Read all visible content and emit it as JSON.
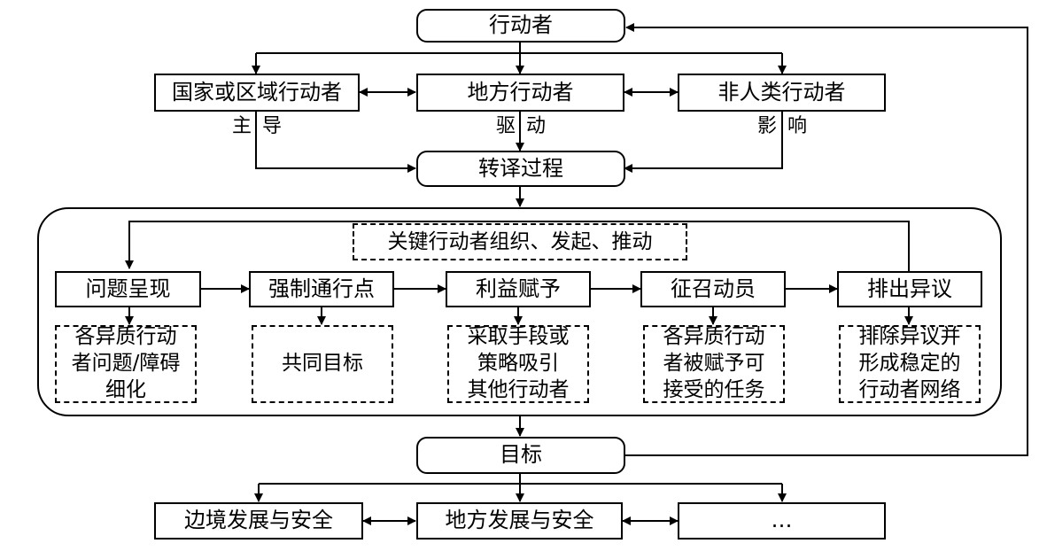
{
  "nodes": {
    "actor": "行动者",
    "national_actor": "国家或区域行动者",
    "local_actor": "地方行动者",
    "nonhuman_actor": "非人类行动者",
    "translation": "转译过程",
    "key_actor": "关键行动者组织、发起、推动",
    "problematization": "问题呈现",
    "opp": "强制通行点",
    "interessement": "利益赋予",
    "enrolment": "征召动员",
    "dissent": "排出异议",
    "goal": "目标",
    "border_dev": "边境发展与安全",
    "local_dev": "地方发展与安全",
    "ellipsis": "…"
  },
  "details": {
    "problematization": [
      "各异质行动",
      "者问题/障碍",
      "细化"
    ],
    "opp": [
      "共同目标"
    ],
    "interessement": [
      "采取手段或",
      "策略吸引",
      "其他行动者"
    ],
    "enrolment": [
      "各异质行动",
      "者被赋予可",
      "接受的任务"
    ],
    "dissent": [
      "排除异议并",
      "形成稳定的",
      "行动者网络"
    ]
  },
  "edge_labels": {
    "lead_1": "主",
    "lead_2": "导",
    "drive_1": "驱",
    "drive_2": "动",
    "influence_1": "影",
    "influence_2": "响"
  }
}
